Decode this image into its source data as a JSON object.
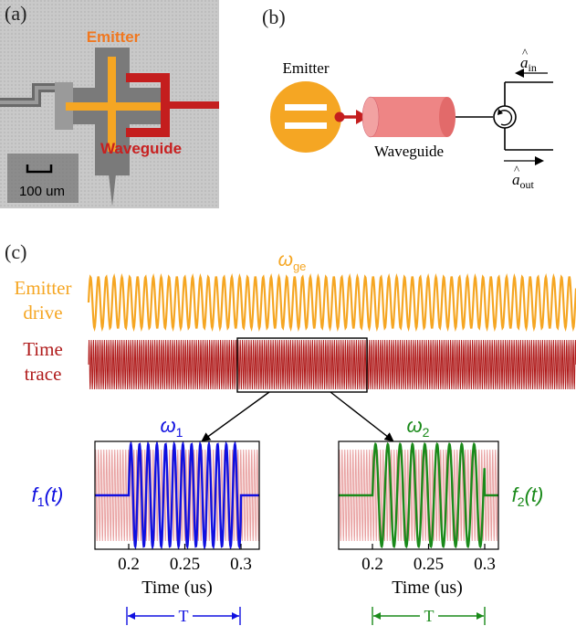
{
  "panel_a": {
    "label": "(a)",
    "emitter_label": "Emitter",
    "waveguide_label": "Waveguide",
    "scale_bar_label": "100 um"
  },
  "panel_b": {
    "label": "(b)",
    "emitter_label": "Emitter",
    "waveguide_label": "Waveguide",
    "a_in_base": "a",
    "a_in_sub": "in",
    "a_out_base": "a",
    "a_out_sub": "out"
  },
  "panel_c": {
    "label": "(c)",
    "omega_ge_base": "ω",
    "omega_ge_sub": "ge",
    "emitter_drive_line1": "Emitter",
    "emitter_drive_line2": "drive",
    "time_trace_line1": "Time",
    "time_trace_line2": "trace",
    "omega1_base": "ω",
    "omega1_sub": "1",
    "omega2_base": "ω",
    "omega2_sub": "2",
    "f1_base": "f",
    "f1_sub": "1",
    "f1_arg": "(t)",
    "f2_base": "f",
    "f2_sub": "2",
    "f2_arg": "(t)",
    "period_label": "T",
    "xlabel": "Time (us)",
    "xticks": [
      "0.2",
      "0.25",
      "0.3"
    ]
  },
  "colors": {
    "orange": "#f5a623",
    "dark_red": "#b01c1c",
    "light_red": "#e8a0a0",
    "blue": "#1010e0",
    "green": "#1a8a1a",
    "emitter_text": "#f07820",
    "waveguide_text": "#c82020"
  }
}
